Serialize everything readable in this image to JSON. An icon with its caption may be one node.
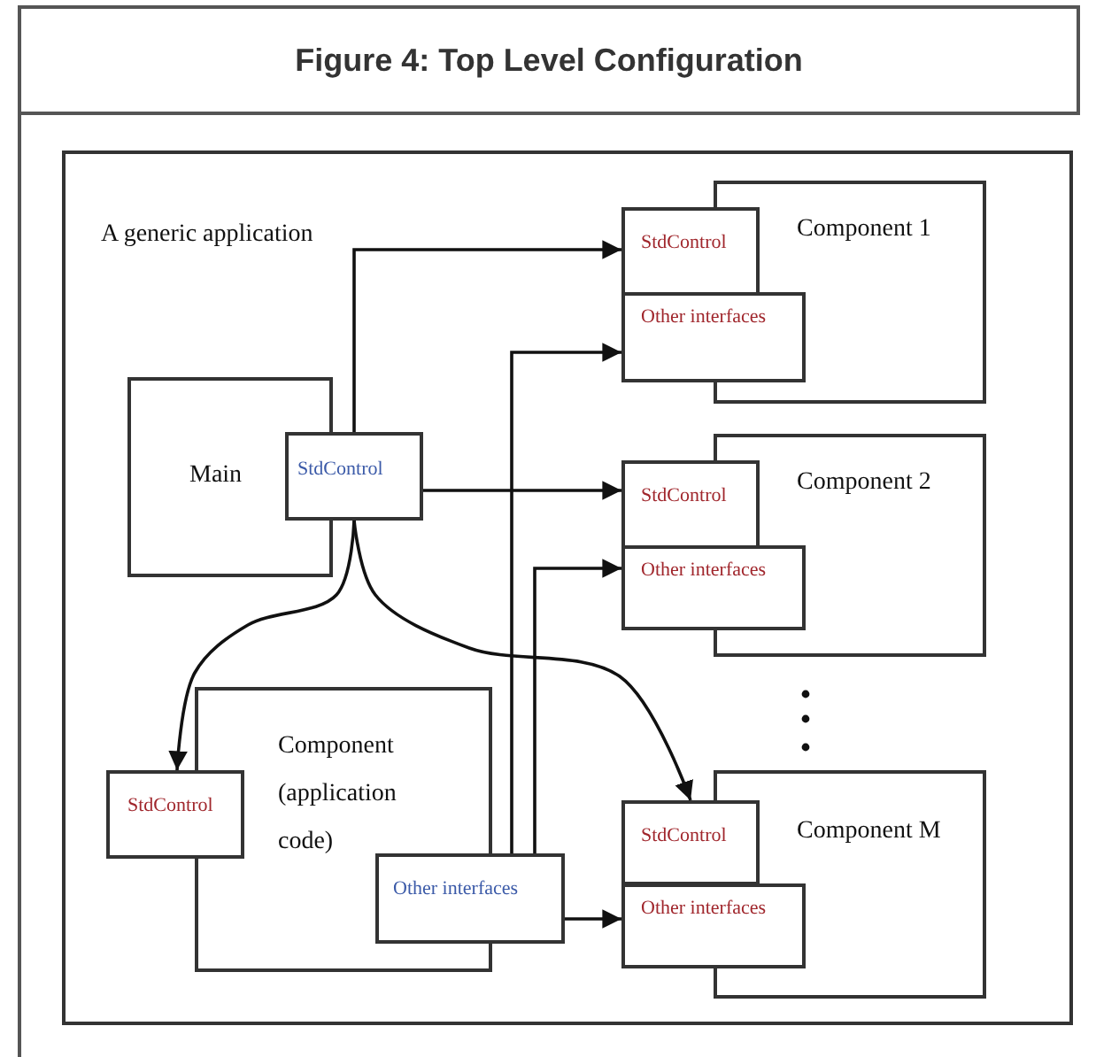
{
  "diagram": {
    "title": "Figure 4: Top Level Configuration",
    "nodes": [
      {
        "text": [
          "A generic application"
        ]
      },
      {
        "text": [
          "Main"
        ],
        "in": 0
      },
      {
        "text": [
          "StdControl"
        ],
        "in": 0
      },
      {
        "text": [
          "Component 1"
        ],
        "in": 0
      },
      {
        "text": [
          "StdControl"
        ],
        "in": 0
      },
      {
        "text": [
          "Other interfaces"
        ],
        "in": 0
      },
      {
        "text": [
          "Component 2"
        ],
        "in": 0
      },
      {
        "text": [
          "StdControl"
        ],
        "in": 0
      },
      {
        "text": [
          "Other interfaces"
        ],
        "in": 0
      },
      {
        "text": [
          "Component (application code)"
        ],
        "in": 0
      },
      {
        "text": [
          "StdControl"
        ],
        "in": 0
      },
      {
        "text": [
          "Other interfaces"
        ],
        "in": 0
      },
      {
        "text": [
          "Component M"
        ],
        "in": 0
      },
      {
        "text": [
          "StdControl"
        ],
        "in": 0
      },
      {
        "text": [
          "Other interfaces"
        ],
        "in": 0
      }
    ],
    "edges": [
      {
        "from": 2,
        "to": 4,
        "arrow": "to"
      },
      {
        "from": 2,
        "to": 7,
        "arrow": "to"
      },
      {
        "from": 2,
        "to": 10,
        "arrow": "to"
      },
      {
        "from": 2,
        "to": 13,
        "arrow": "to"
      },
      {
        "from": 11,
        "to": 5,
        "arrow": "to"
      },
      {
        "from": 11,
        "to": 8,
        "arrow": "to"
      },
      {
        "from": 11,
        "to": 14,
        "arrow": "to"
      }
    ]
  }
}
